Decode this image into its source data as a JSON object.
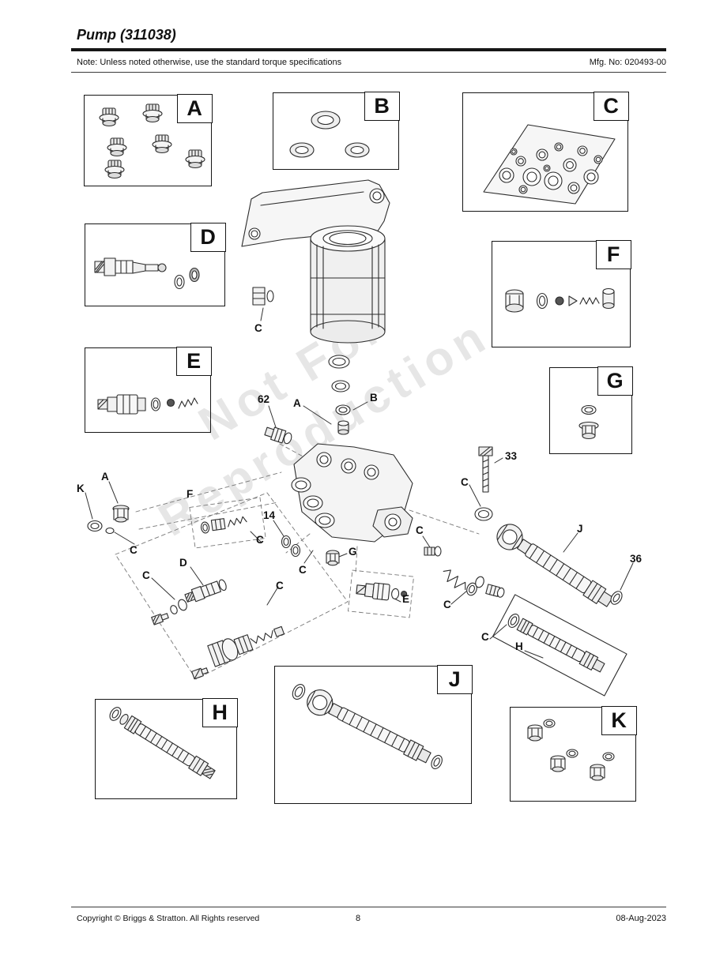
{
  "header": {
    "title": "Pump (311038)",
    "note": "Note: Unless noted otherwise, use the standard torque specifications",
    "mfg_no": "Mfg. No: 020493-00"
  },
  "watermark": {
    "line1": "Not For",
    "line2": "Reproduction"
  },
  "diagram": {
    "box_labels": [
      "A",
      "B",
      "C",
      "D",
      "E",
      "F",
      "G",
      "H",
      "J",
      "K"
    ],
    "callouts": [
      "C",
      "62",
      "A",
      "B",
      "33",
      "C",
      "K",
      "A",
      "C",
      "F",
      "14",
      "C",
      "C",
      "G",
      "D",
      "C",
      "C",
      "E",
      "C",
      "C",
      "J",
      "36",
      "C",
      "H"
    ]
  },
  "footer": {
    "copyright": "Copyright © Briggs & Stratton. All Rights reserved",
    "page": "8",
    "date": "08-Aug-2023"
  }
}
